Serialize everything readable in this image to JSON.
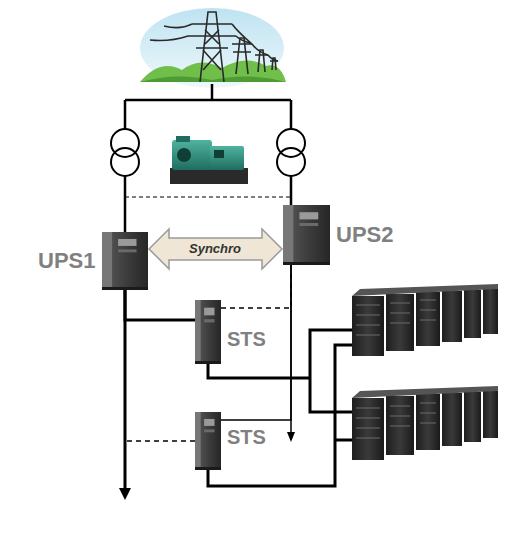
{
  "diagram": {
    "nodes": [
      {
        "text": [
          "UPS1"
        ]
      },
      {
        "text": [
          "UPS2"
        ]
      },
      {
        "text": [
          "STS"
        ]
      },
      {
        "text": [
          "STS"
        ]
      }
    ],
    "edges": [
      {
        "from": 0,
        "to": 1,
        "label": "Synchro",
        "arrow": "both"
      },
      {
        "from": 0,
        "to": 2,
        "arrow": "none"
      },
      {
        "from": 0,
        "to": 3,
        "arrow": "none"
      },
      {
        "from": 1,
        "to": 2,
        "arrow": "none"
      },
      {
        "from": 1,
        "to": 3,
        "arrow": "none"
      }
    ]
  }
}
